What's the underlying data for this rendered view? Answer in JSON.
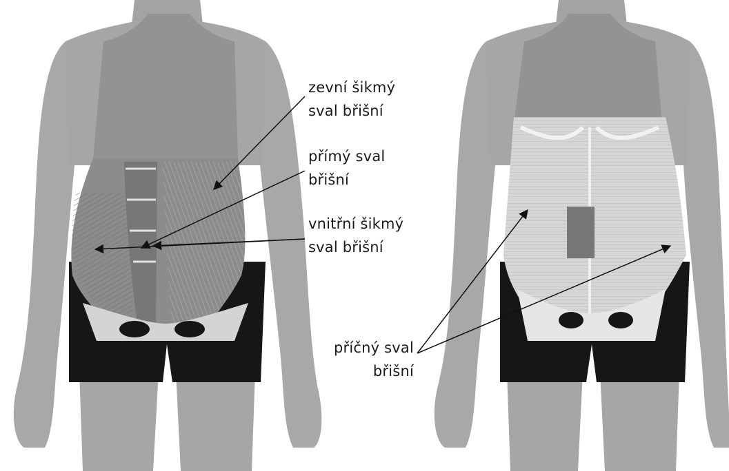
{
  "colors": {
    "background": "#ffffff",
    "skin": "#a9a9a9",
    "top": "#939393",
    "shorts": "#161616",
    "muscle": "#8c8c8c",
    "tendon": "#e2e2e2",
    "arrow": "#111111"
  },
  "labels": {
    "external_oblique": {
      "line1": "zevní šikmý",
      "line2": "sval břišní"
    },
    "rectus": {
      "line1": "přímý sval",
      "line2": "břišní"
    },
    "internal_oblique": {
      "line1": "vnitřní šikmý",
      "line2": "sval břišní"
    },
    "transverse": {
      "line1": "příčný sval",
      "line2": "břišní"
    }
  }
}
